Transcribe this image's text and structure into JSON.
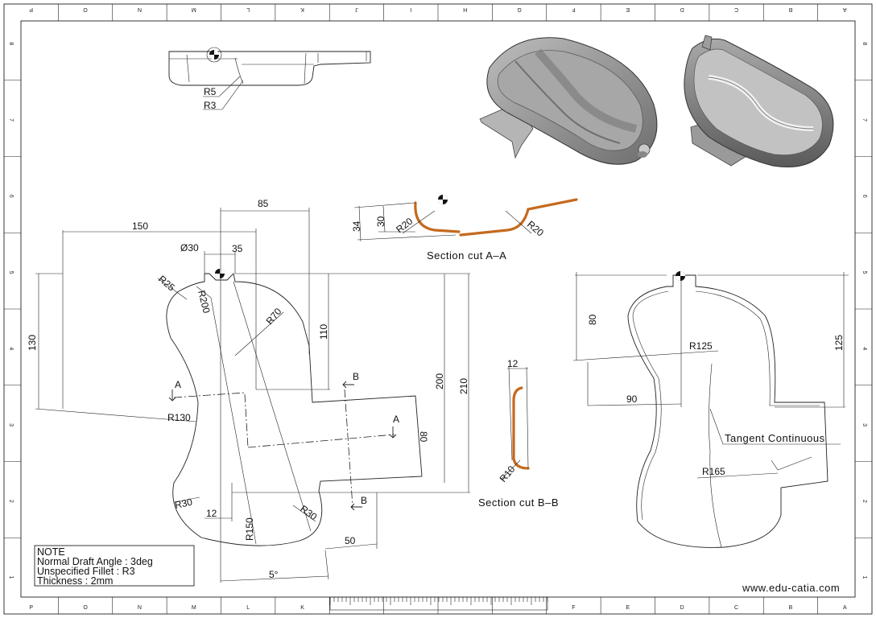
{
  "border": {
    "top_zones": [
      "P",
      "O",
      "N",
      "M",
      "L",
      "K",
      "J",
      "I",
      "H",
      "G",
      "F",
      "E",
      "D",
      "C",
      "B",
      "A"
    ],
    "bottom_zones": [
      "P",
      "O",
      "N",
      "M",
      "L",
      "K",
      "",
      "",
      "",
      "",
      "F",
      "E",
      "D",
      "C",
      "B",
      "A"
    ],
    "side_rows": [
      "8",
      "7",
      "6",
      "5",
      "4",
      "3",
      "2",
      "1"
    ]
  },
  "top_view": {
    "r5": "R5",
    "r3": "R3"
  },
  "section_aa": {
    "title": "Section cut A–A",
    "d34": "34",
    "d30": "30",
    "r20_left": "R20",
    "r20_right": "R20"
  },
  "section_bb": {
    "title": "Section cut B–B",
    "d12": "12",
    "r10": "R10"
  },
  "front_view": {
    "d150": "150",
    "d85": "85",
    "d35": "35",
    "d30dia": "Ø30",
    "r25": "R25",
    "r200": "R200",
    "r70": "R70",
    "d130": "130",
    "d110": "110",
    "d200": "200",
    "d210": "210",
    "r130": "R130",
    "d80": "80",
    "r30_left": "R30",
    "d12": "12",
    "r150": "R150",
    "r30_right": "R30",
    "d50": "50",
    "d5": "5°",
    "cut_a_top": "A",
    "cut_a_bottom": "A",
    "cut_b_top": "B",
    "cut_b_bottom": "B"
  },
  "right_view": {
    "d80": "80",
    "r125": "R125",
    "d125": "125",
    "d90": "90",
    "tangent": "Tangent Continuous",
    "r165": "R165"
  },
  "note": {
    "heading": "NOTE",
    "line1": "Normal Draft Angle : 3deg",
    "line2": "Unspecified Fillet : R3",
    "line3": "Thickness : 2mm"
  },
  "website": "www.edu-catia.com",
  "colors": {
    "section_line": "#c56a1e",
    "model_gray": "#8a8a8a"
  }
}
